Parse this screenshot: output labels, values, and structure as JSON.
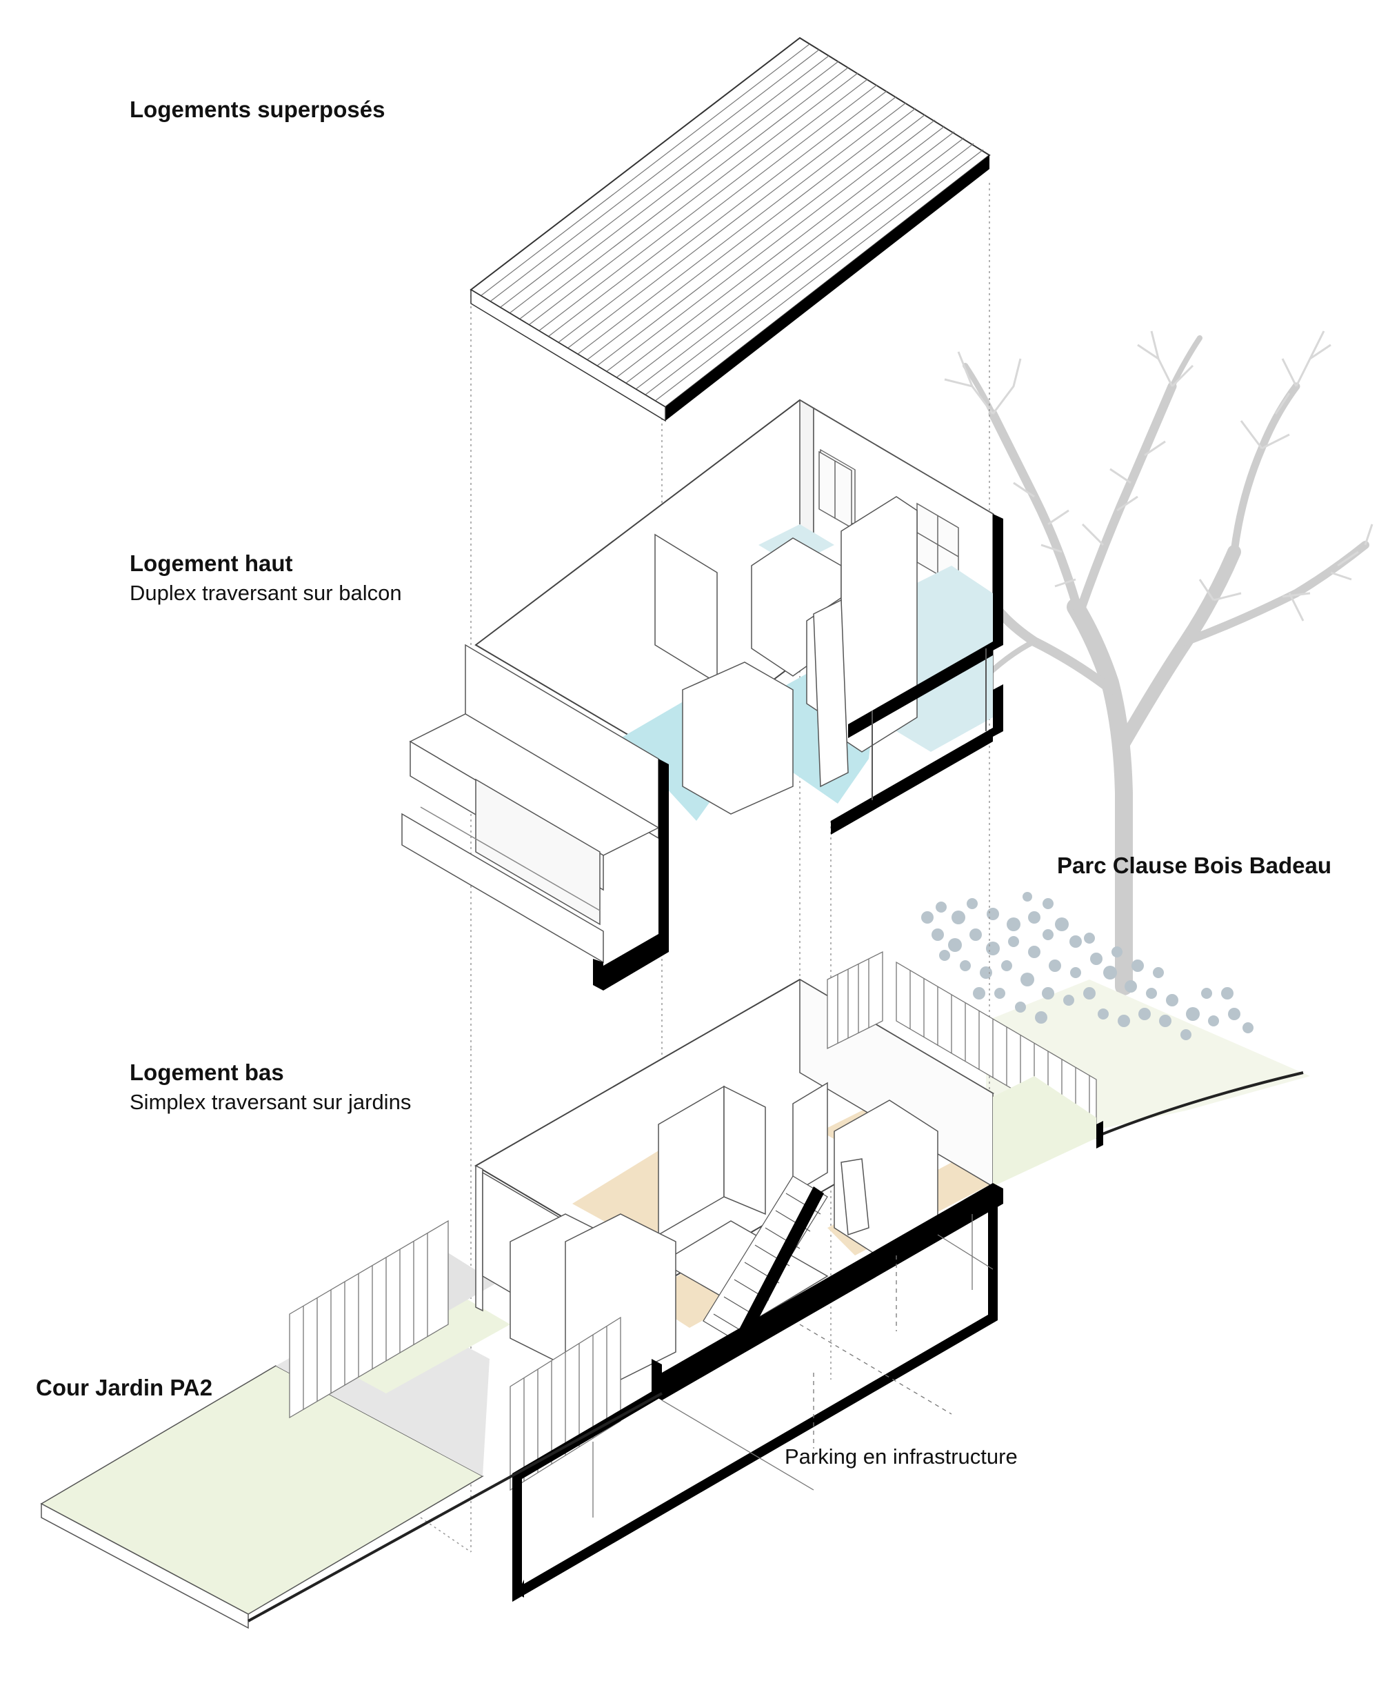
{
  "title": "Logements superposés",
  "upper_unit": {
    "name": "Logement haut",
    "description": "Duplex traversant sur balcon"
  },
  "lower_unit": {
    "name": "Logement bas",
    "description": "Simplex traversant sur jardins"
  },
  "park_label": "Parc Clause Bois Badeau",
  "courtyard_label": "Cour Jardin PA2",
  "parking_label": "Parking en infrastructure",
  "colors": {
    "upper_floor": "#bfe6ec",
    "lower_floor": "#f2e1c4",
    "garden": "#edf3df",
    "paving": "#e3e3e3",
    "tree": "#cfcfcf",
    "foliage": "#b8c4cc",
    "section_cut": "#000000"
  }
}
